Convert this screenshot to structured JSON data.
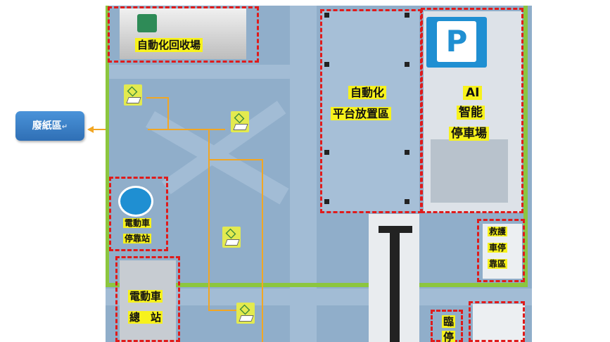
{
  "map": {
    "zones": {
      "recycling": "自動化回收場",
      "platform_line1": "自動化",
      "platform_line2": "平台放置區",
      "parking_symbol": "P",
      "parking_line1": "AI",
      "parking_line2": "智能",
      "parking_line3": "停車場",
      "ev_stop_line1": "電動車",
      "ev_stop_line2": "停靠站",
      "ev_station_line1": "電動車",
      "ev_station_line2": "總　站",
      "ambulance_line1": "救護",
      "ambulance_line2": "車停",
      "ambulance_line3": "靠區",
      "temp_line1": "臨",
      "temp_line2": "停"
    },
    "callout": {
      "label": "廢紙區"
    },
    "return_mark": "↵"
  },
  "colors": {
    "ground": "#90aeca",
    "road": "#a2bcd5",
    "grass_border": "#8cc63f",
    "zone_border": "#e01b1b",
    "label_bg": "#f7f21c",
    "callout_bg": "#3a7fc6",
    "route_line": "#f2a623"
  }
}
